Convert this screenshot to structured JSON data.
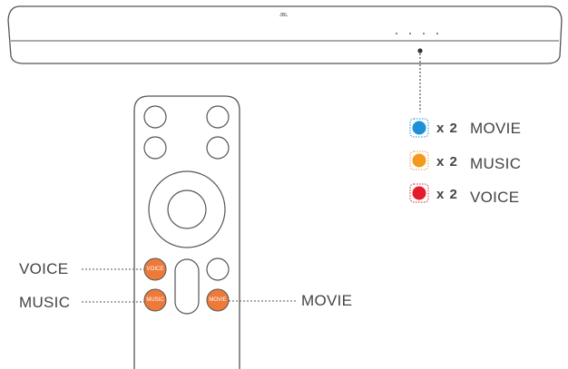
{
  "soundbar": {
    "brand": "JBL"
  },
  "remote": {
    "buttons": {
      "voice": "VOICE",
      "music": "MUSIC",
      "movie": "MOVIE"
    }
  },
  "callouts": {
    "voice": "VOICE",
    "music": "MUSIC",
    "movie": "MOVIE"
  },
  "legend": {
    "items": [
      {
        "color_name": "blue",
        "color": "#1e8fd8",
        "multiplier": "x 2",
        "mode": "MOVIE"
      },
      {
        "color_name": "orange",
        "color": "#f39a1e",
        "multiplier": "x 2",
        "mode": "MUSIC"
      },
      {
        "color_name": "red",
        "color": "#e21c28",
        "multiplier": "x 2",
        "mode": "VOICE"
      }
    ]
  },
  "colors": {
    "accent_orange": "#ee7a3a",
    "outline": "#555555"
  }
}
